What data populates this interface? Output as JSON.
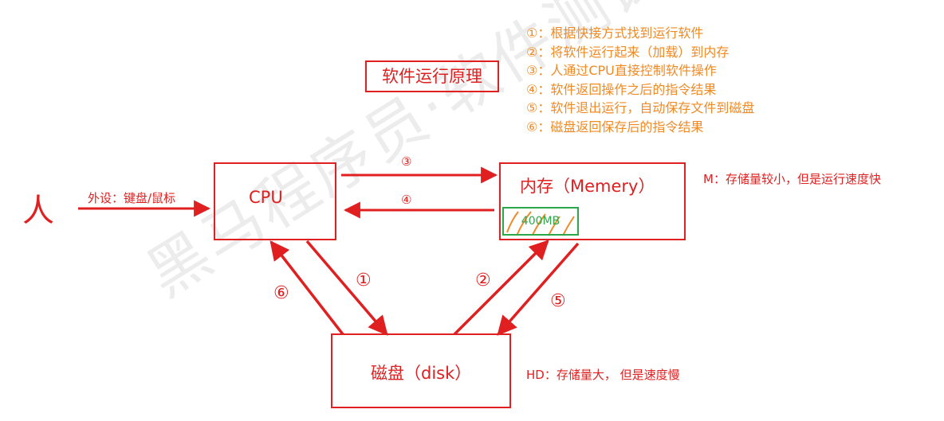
{
  "title": "软件运行原理",
  "steps": [
    "①：根据快接方式找到运行软件",
    "②：将软件运行起来（加载）到内存",
    "③：人通过CPU直接控制软件操作",
    "④：软件返回操作之后的指令结果",
    "⑤：软件退出运行，自动保存文件到磁盘",
    "⑥：磁盘返回保存后的指令结果"
  ],
  "person_label": "人",
  "peripheral_label": "外设：键盘/鼠标",
  "cpu_label": "CPU",
  "memory_label": "内存（Memery）",
  "memory_usage": "400MB",
  "memory_note": "M：存储量较小，但是运行速度快",
  "disk_label": "磁盘（disk）",
  "disk_note": "HD：存储量大，  但是速度慢",
  "arrow_labels": {
    "a1": "①",
    "a2": "②",
    "a3": "③",
    "a4": "④",
    "a5": "⑤",
    "a6": "⑥"
  },
  "watermark": "黑马程序员·软件测试",
  "colors": {
    "red": "#e02020",
    "orange": "#f08a24",
    "green": "#2aa84a"
  }
}
